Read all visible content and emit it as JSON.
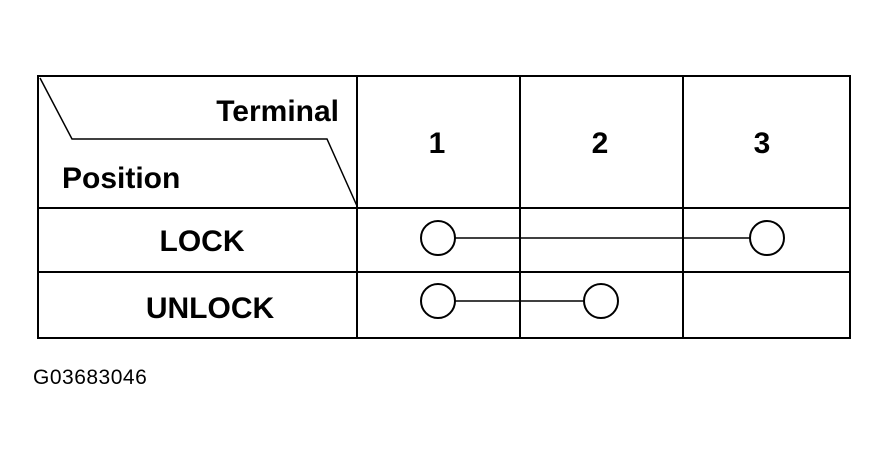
{
  "table": {
    "header_terminal": "Terminal",
    "header_position": "Position",
    "terminals": [
      "1",
      "2",
      "3"
    ],
    "rows": [
      {
        "position": "LOCK",
        "connected_terminals": [
          1,
          3
        ]
      },
      {
        "position": "UNLOCK",
        "connected_terminals": [
          1,
          2
        ]
      }
    ]
  },
  "figure_id": "G03683046"
}
